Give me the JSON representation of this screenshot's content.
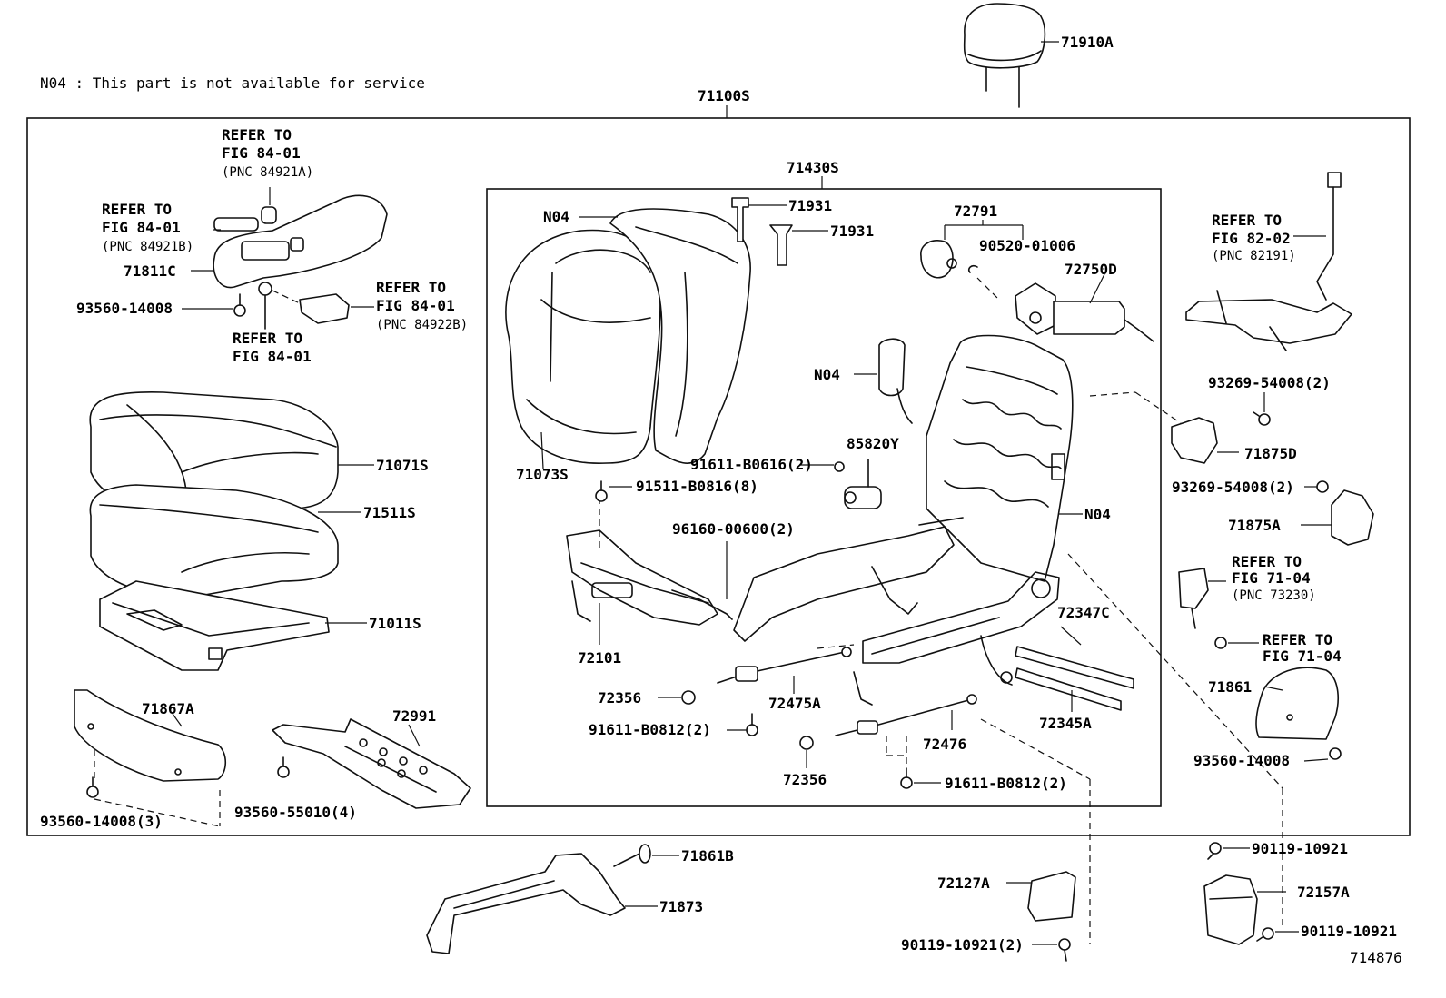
{
  "note": "N04 : This part is not available for service",
  "drawing_number": "714876",
  "labels": {
    "hr_71910A": "71910A",
    "asm_71100S": "71100S",
    "asm_71430S": "71430S",
    "l_71811C": "71811C",
    "l_93560_14008_a": "93560-14008",
    "l_71071S": "71071S",
    "l_71511S": "71511S",
    "l_71011S": "71011S",
    "l_71867A": "71867A",
    "l_72991": "72991",
    "l_93560_14008_3": "93560-14008(3)",
    "l_93560_55010_4": "93560-55010(4)",
    "l_N04_a": "N04",
    "l_71931_a": "71931",
    "l_71931_b": "71931",
    "l_72791": "72791",
    "l_90520_01006": "90520-01006",
    "l_72750D": "72750D",
    "l_N04_b": "N04",
    "l_85820Y": "85820Y",
    "l_91611_B0616_2": "91611-B0616(2)",
    "l_71073S": "71073S",
    "l_91511_B0816_8": "91511-B0816(8)",
    "l_96160_00600_2": "96160-00600(2)",
    "l_N04_c": "N04",
    "l_72101": "72101",
    "l_72347C": "72347C",
    "l_72356_a": "72356",
    "l_72475A": "72475A",
    "l_72345A": "72345A",
    "l_91611_B0812_2_a": "91611-B0812(2)",
    "l_72476": "72476",
    "l_72356_b": "72356",
    "l_91611_B0812_2_b": "91611-B0812(2)",
    "l_93269_54008_2_a": "93269-54008(2)",
    "l_71875D": "71875D",
    "l_93269_54008_2_b": "93269-54008(2)",
    "l_71875A": "71875A",
    "l_71861": "71861",
    "l_93560_14008_b": "93560-14008",
    "l_71861B": "71861B",
    "l_71873": "71873",
    "l_72127A": "72127A",
    "l_90119_10921_2": "90119-10921(2)",
    "l_90119_10921_a": "90119-10921",
    "l_72157A": "72157A",
    "l_90119_10921_b": "90119-10921"
  },
  "refs": {
    "r1": [
      "REFER TO",
      "FIG 84-01",
      "(PNC 84921A)"
    ],
    "r2": [
      "REFER TO",
      "FIG 84-01",
      "(PNC 84921B)"
    ],
    "r3": [
      "REFER TO",
      "FIG 84-01",
      "(PNC 84922B)"
    ],
    "r4": [
      "REFER TO",
      "FIG 84-01"
    ],
    "r5": [
      "REFER TO",
      "FIG 82-02",
      "(PNC 82191)"
    ],
    "r6": [
      "REFER TO",
      "FIG 71-04",
      "(PNC 73230)"
    ],
    "r7": [
      "REFER TO",
      "FIG 71-04"
    ]
  }
}
